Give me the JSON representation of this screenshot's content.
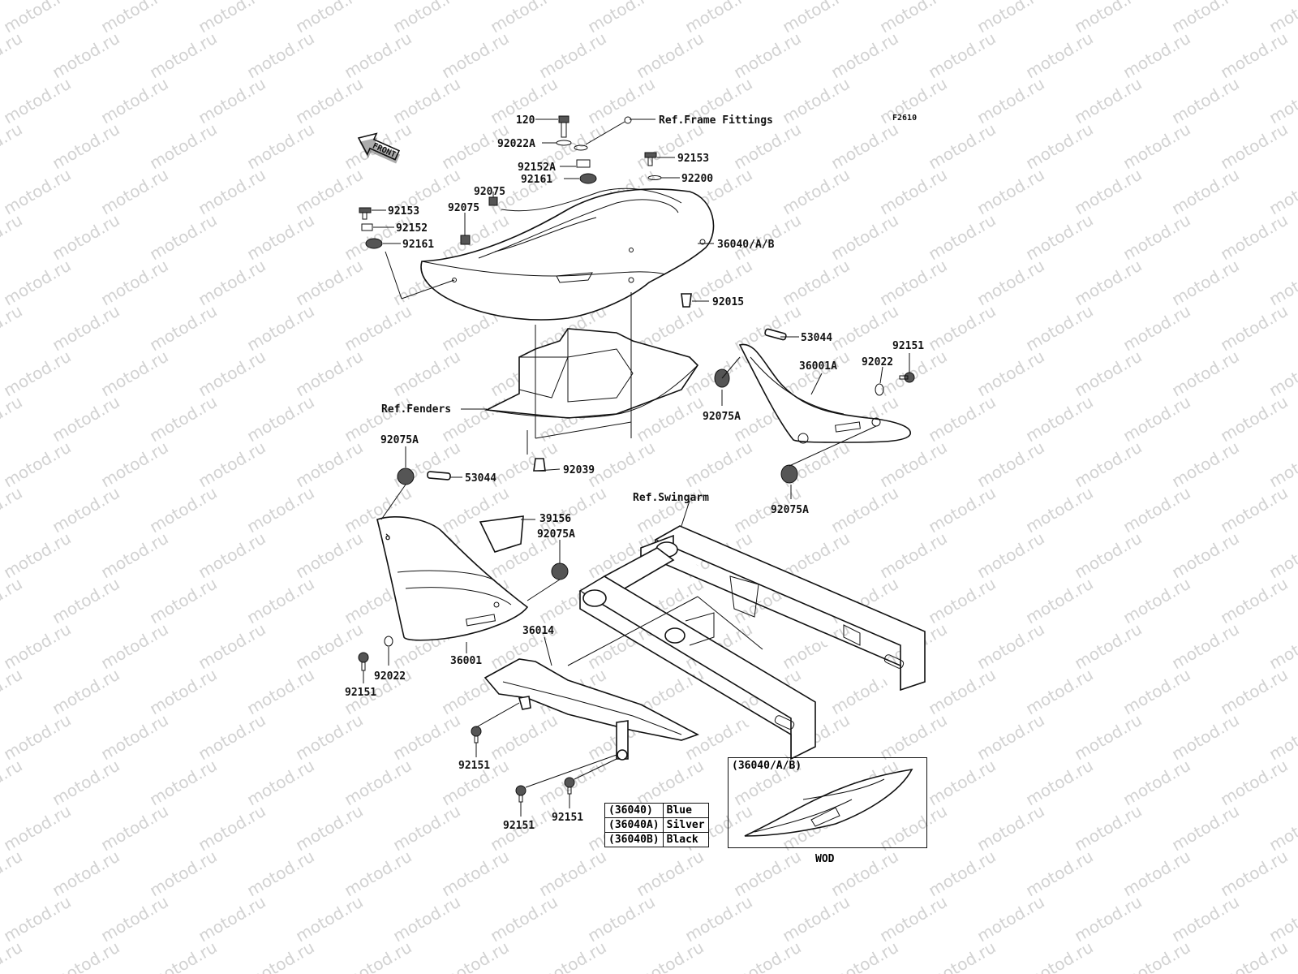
{
  "figure_code": "F2610",
  "watermark_text": "motod.ru",
  "front_label": "FRONT",
  "callouts": {
    "c120": "120",
    "ref_frame": "Ref.Frame Fittings",
    "c92022A": "92022A",
    "c92153_top": "92153",
    "c92152A": "92152A",
    "c92161_top": "92161",
    "c92200": "92200",
    "c92075": "92075",
    "c92153_left": "92153",
    "c92152": "92152",
    "c92161_left": "92161",
    "c36040": "36040/A/B",
    "c92015": "92015",
    "c53044_right": "53044",
    "c92151_right": "92151",
    "c36001A": "36001A",
    "c92022_right": "92022",
    "c92075A_mid": "92075A",
    "ref_fenders": "Ref.Fenders",
    "c92075A_left": "92075A",
    "c92039": "92039",
    "c53044_left": "53044",
    "c92075A_lower_right": "92075A",
    "ref_swingarm": "Ref.Swingarm",
    "c39156": "39156",
    "c92075A_center": "92075A",
    "c36014": "36014",
    "c36001": "36001",
    "c92022_left": "92022",
    "c92151_left": "92151",
    "c92151_chain1": "92151",
    "c92151_chain2": "92151",
    "c92151_chain3": "92151"
  },
  "legend": [
    {
      "code": "(36040)",
      "color": "Blue"
    },
    {
      "code": "(36040A)",
      "color": "Silver"
    },
    {
      "code": "(36040B)",
      "color": "Black"
    }
  ],
  "inset": {
    "title": "(36040/A/B)",
    "caption": "WOD"
  }
}
